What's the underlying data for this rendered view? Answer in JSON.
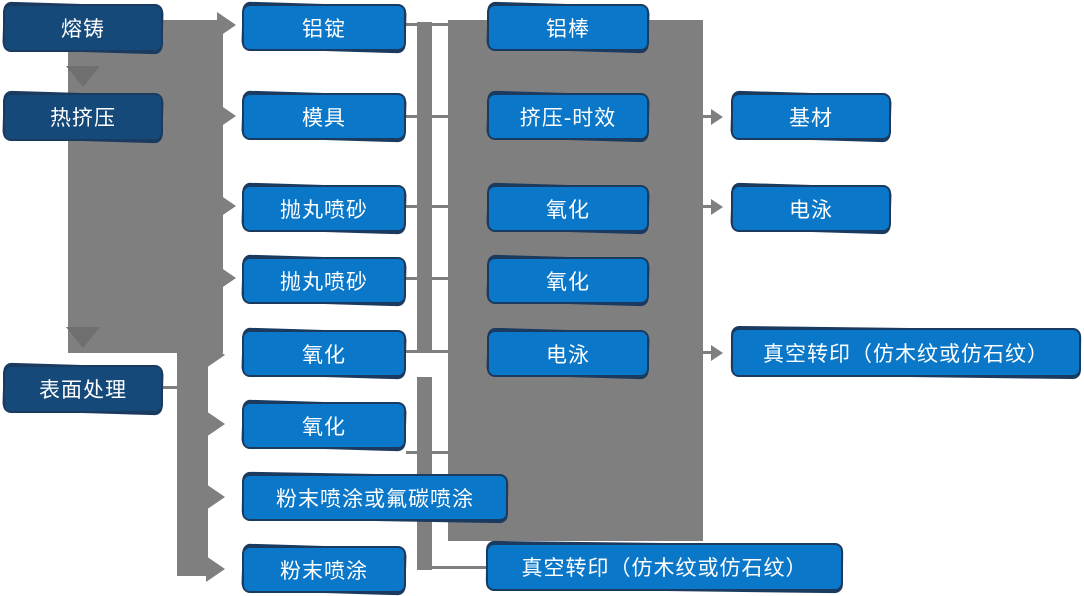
{
  "flowchart": {
    "stage_column": [
      "熔铸",
      "热挤压",
      "表面处理"
    ],
    "process_column": [
      "铝锭",
      "模具",
      "抛丸喷砂",
      "抛丸喷砂",
      "氧化",
      "氧化",
      "粉末喷涂或氟碳喷涂",
      "粉末喷涂"
    ],
    "treatment_column": [
      "铝棒",
      "挤压-时效",
      "氧化",
      "氧化",
      "电泳",
      "真空转印（仿木纹或仿石纹）"
    ],
    "output_column": [
      "基材",
      "电泳",
      "真空转印（仿木纹或仿石纹）"
    ]
  },
  "palette": {
    "process_box_fill": "#0b77c8",
    "stage_box_fill": "#14497a",
    "box_border_shadow": "#1b3a5f",
    "connector_gray": "#7f7f7f",
    "text_color": "#ffffff"
  }
}
